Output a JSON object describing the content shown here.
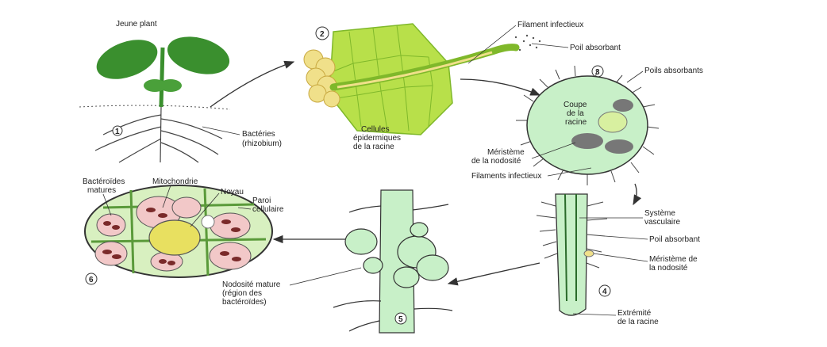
{
  "labels": {
    "young_plant": "Jeune plant",
    "bacteria_1": "Bactéries",
    "bacteria_2": "(rhizobium)",
    "infection_thread": "Filament infectieux",
    "root_hair_2": "Poil absorbant",
    "epidermal_1": "Cellules",
    "epidermal_2": "épidermiques",
    "epidermal_3": "de la racine",
    "root_hairs_3": "Poils absorbants",
    "root_section_1": "Coupe",
    "root_section_2": "de la",
    "root_section_3": "racine",
    "meristem_3a": "Méristème",
    "meristem_3b": "de la nodosité",
    "infection_threads": "Filaments infectieux",
    "bacteroids_1": "Bactéroïdes",
    "bacteroids_2": "matures",
    "mitochondria": "Mitochondrie",
    "nucleus": "Noyau",
    "cell_wall_1": "Paroi",
    "cell_wall_2": "cellulaire",
    "vascular_1": "Système",
    "vascular_2": "vasculaire",
    "root_hair_4": "Poil absorbant",
    "meristem_4a": "Méristème de",
    "meristem_4b": "la nodosité",
    "root_tip_1": "Extrémité",
    "root_tip_2": "de la racine",
    "mature_nodule_1": "Nodosité mature",
    "mature_nodule_2": "(région des",
    "mature_nodule_3": "bactéroïdes)"
  },
  "steps": [
    "1",
    "2",
    "3",
    "4",
    "5",
    "6"
  ],
  "colors": {
    "cell_green": "#b8e04a",
    "cell_green_dark": "#7fb82a",
    "bacteria_yellow": "#f0e08a",
    "root_green": "#c8f0c8",
    "plant_green": "#3a8f2e",
    "bacteroid_pink": "#f2c8c8",
    "nucleus_yellow": "#e8e060",
    "outline": "#333333"
  }
}
